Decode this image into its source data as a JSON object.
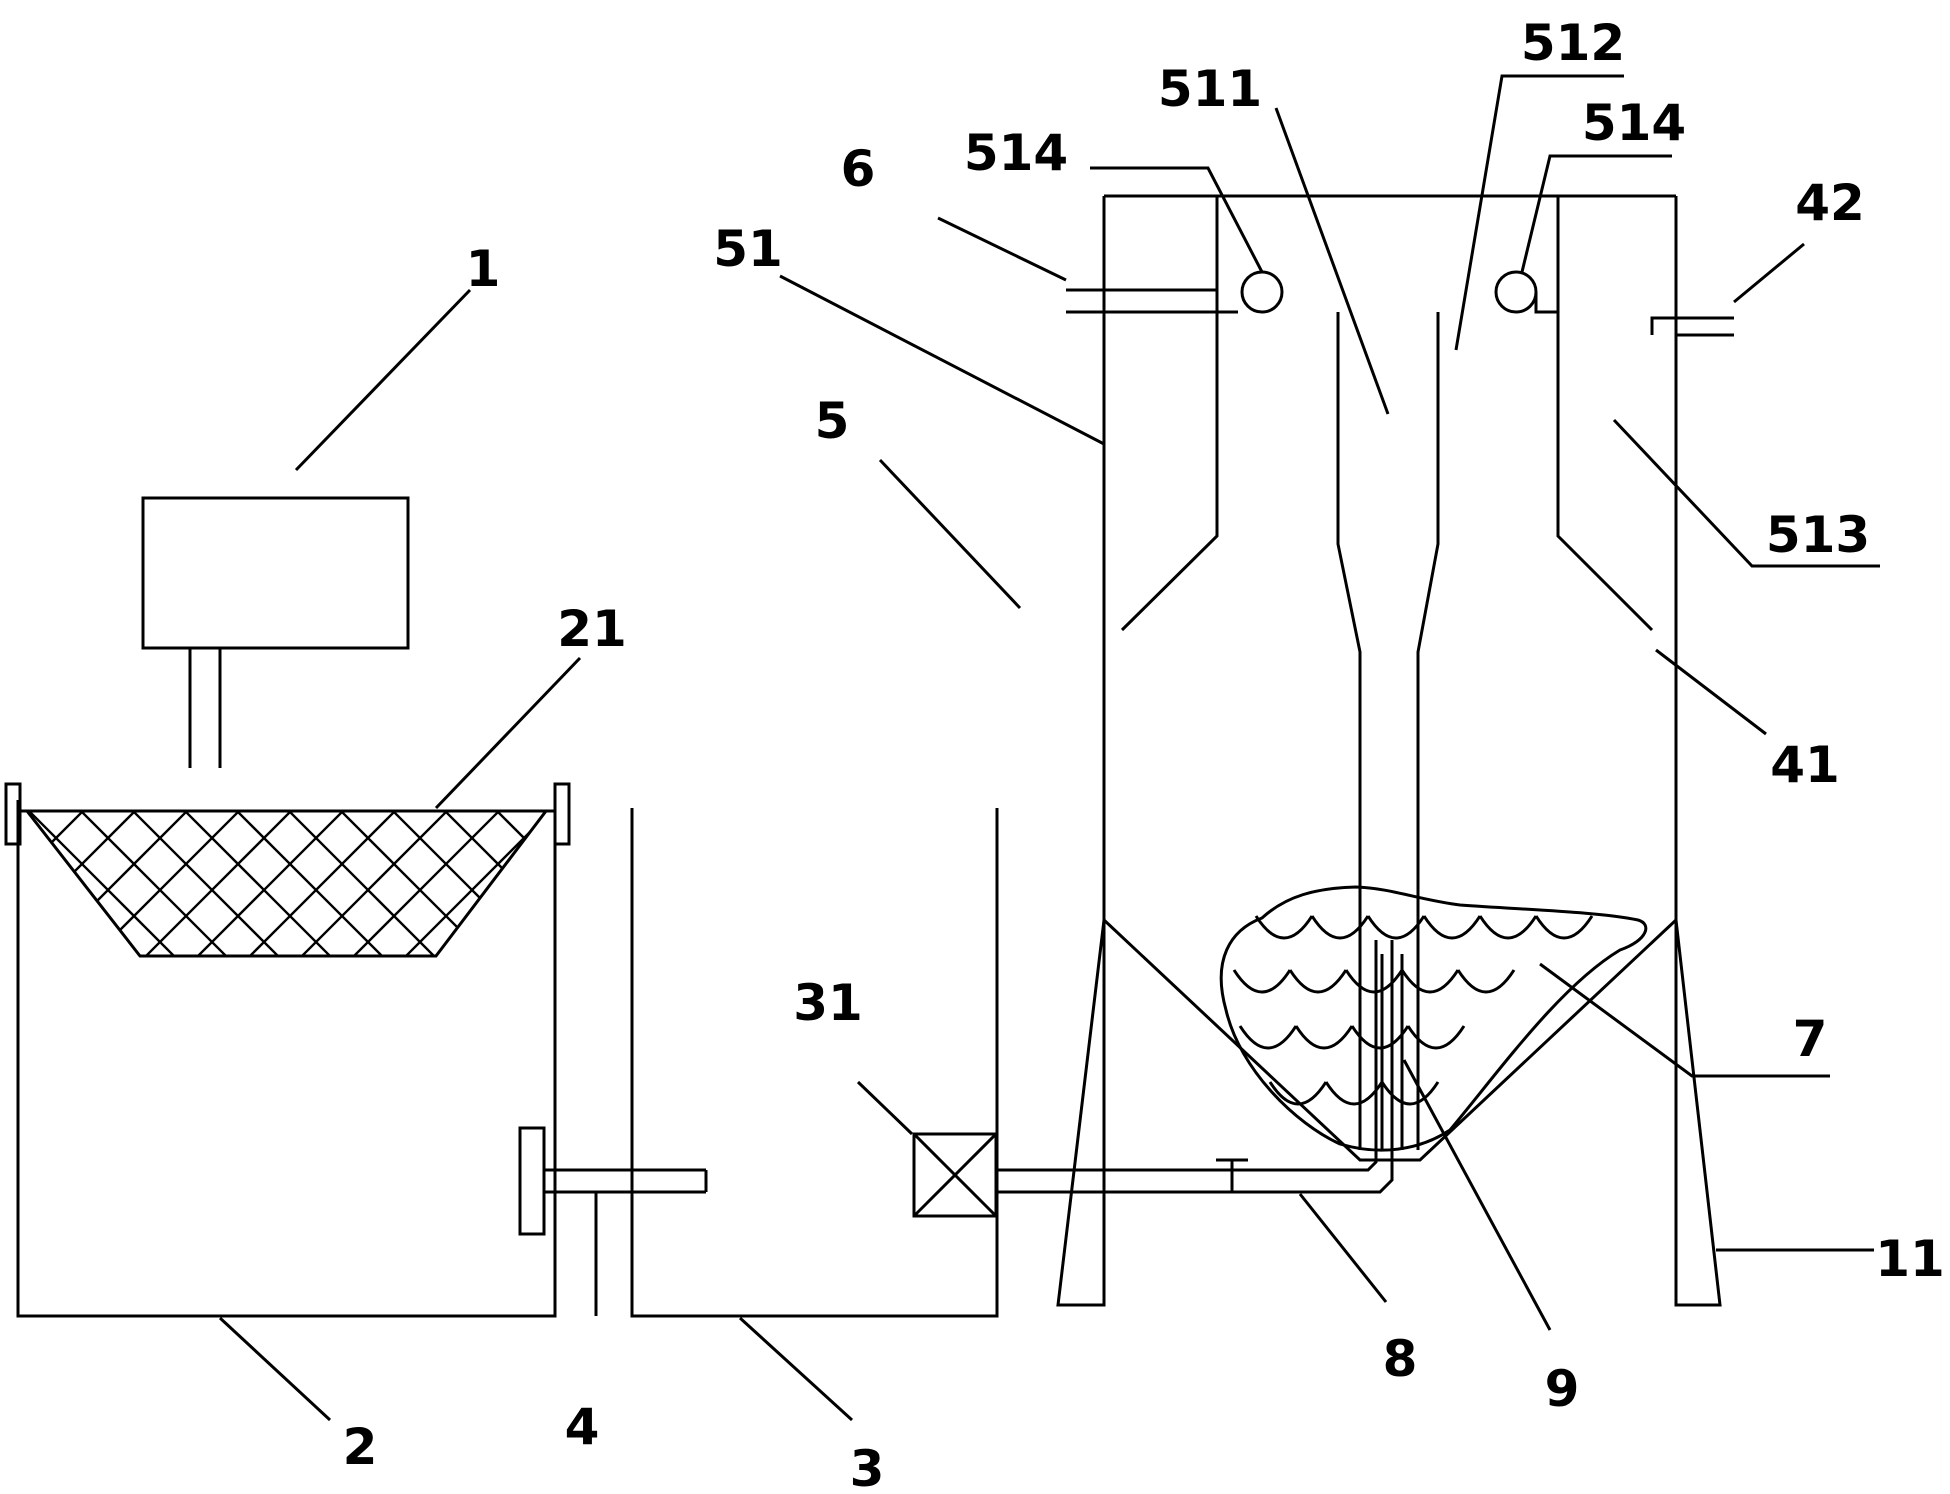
{
  "figure": {
    "colors": {
      "line": "#000000",
      "background": "#ffffff"
    },
    "labels": [
      {
        "id": "1",
        "text": "1"
      },
      {
        "id": "2",
        "text": "2"
      },
      {
        "id": "21",
        "text": "21"
      },
      {
        "id": "3",
        "text": "3"
      },
      {
        "id": "31",
        "text": "31"
      },
      {
        "id": "4",
        "text": "4"
      },
      {
        "id": "41",
        "text": "41"
      },
      {
        "id": "42",
        "text": "42"
      },
      {
        "id": "5",
        "text": "5"
      },
      {
        "id": "51",
        "text": "51"
      },
      {
        "id": "511",
        "text": "511"
      },
      {
        "id": "512",
        "text": "512"
      },
      {
        "id": "513",
        "text": "513"
      },
      {
        "id": "514a",
        "text": "514"
      },
      {
        "id": "514b",
        "text": "514"
      },
      {
        "id": "6",
        "text": "6"
      },
      {
        "id": "7",
        "text": "7"
      },
      {
        "id": "8",
        "text": "8"
      },
      {
        "id": "9",
        "text": "9"
      },
      {
        "id": "11",
        "text": "11"
      }
    ]
  }
}
